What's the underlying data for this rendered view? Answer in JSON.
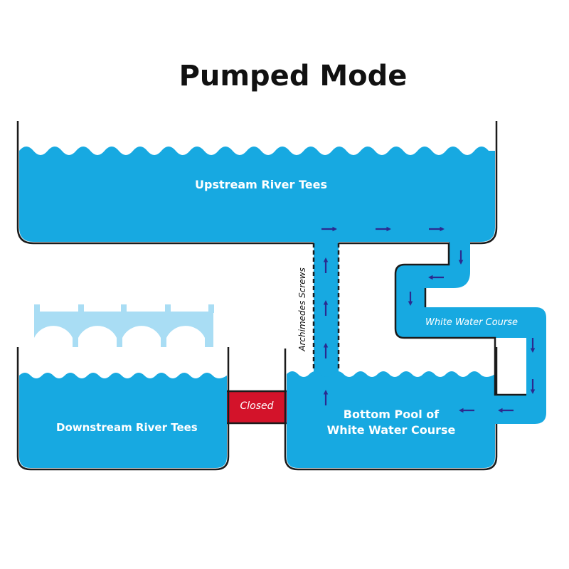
{
  "title": "Pumped Mode",
  "labels": {
    "upstream": "Upstream River Tees",
    "downstream": "Downstream River Tees",
    "bottom_pool_line1": "Bottom Pool of",
    "bottom_pool_line2": "White Water Course",
    "white_water_course": "White Water Course",
    "archimedes": "Archimedes Screws",
    "closed": "Closed"
  },
  "colors": {
    "water": "#17A9E1",
    "wall": "#1b1b1b",
    "arrow": "#2B2A8F",
    "gate": "#D3132A",
    "bridge": "#A9DDF4",
    "title": "#111111"
  },
  "icons": [
    "flow-arrow-icon",
    "bridge-icon"
  ]
}
